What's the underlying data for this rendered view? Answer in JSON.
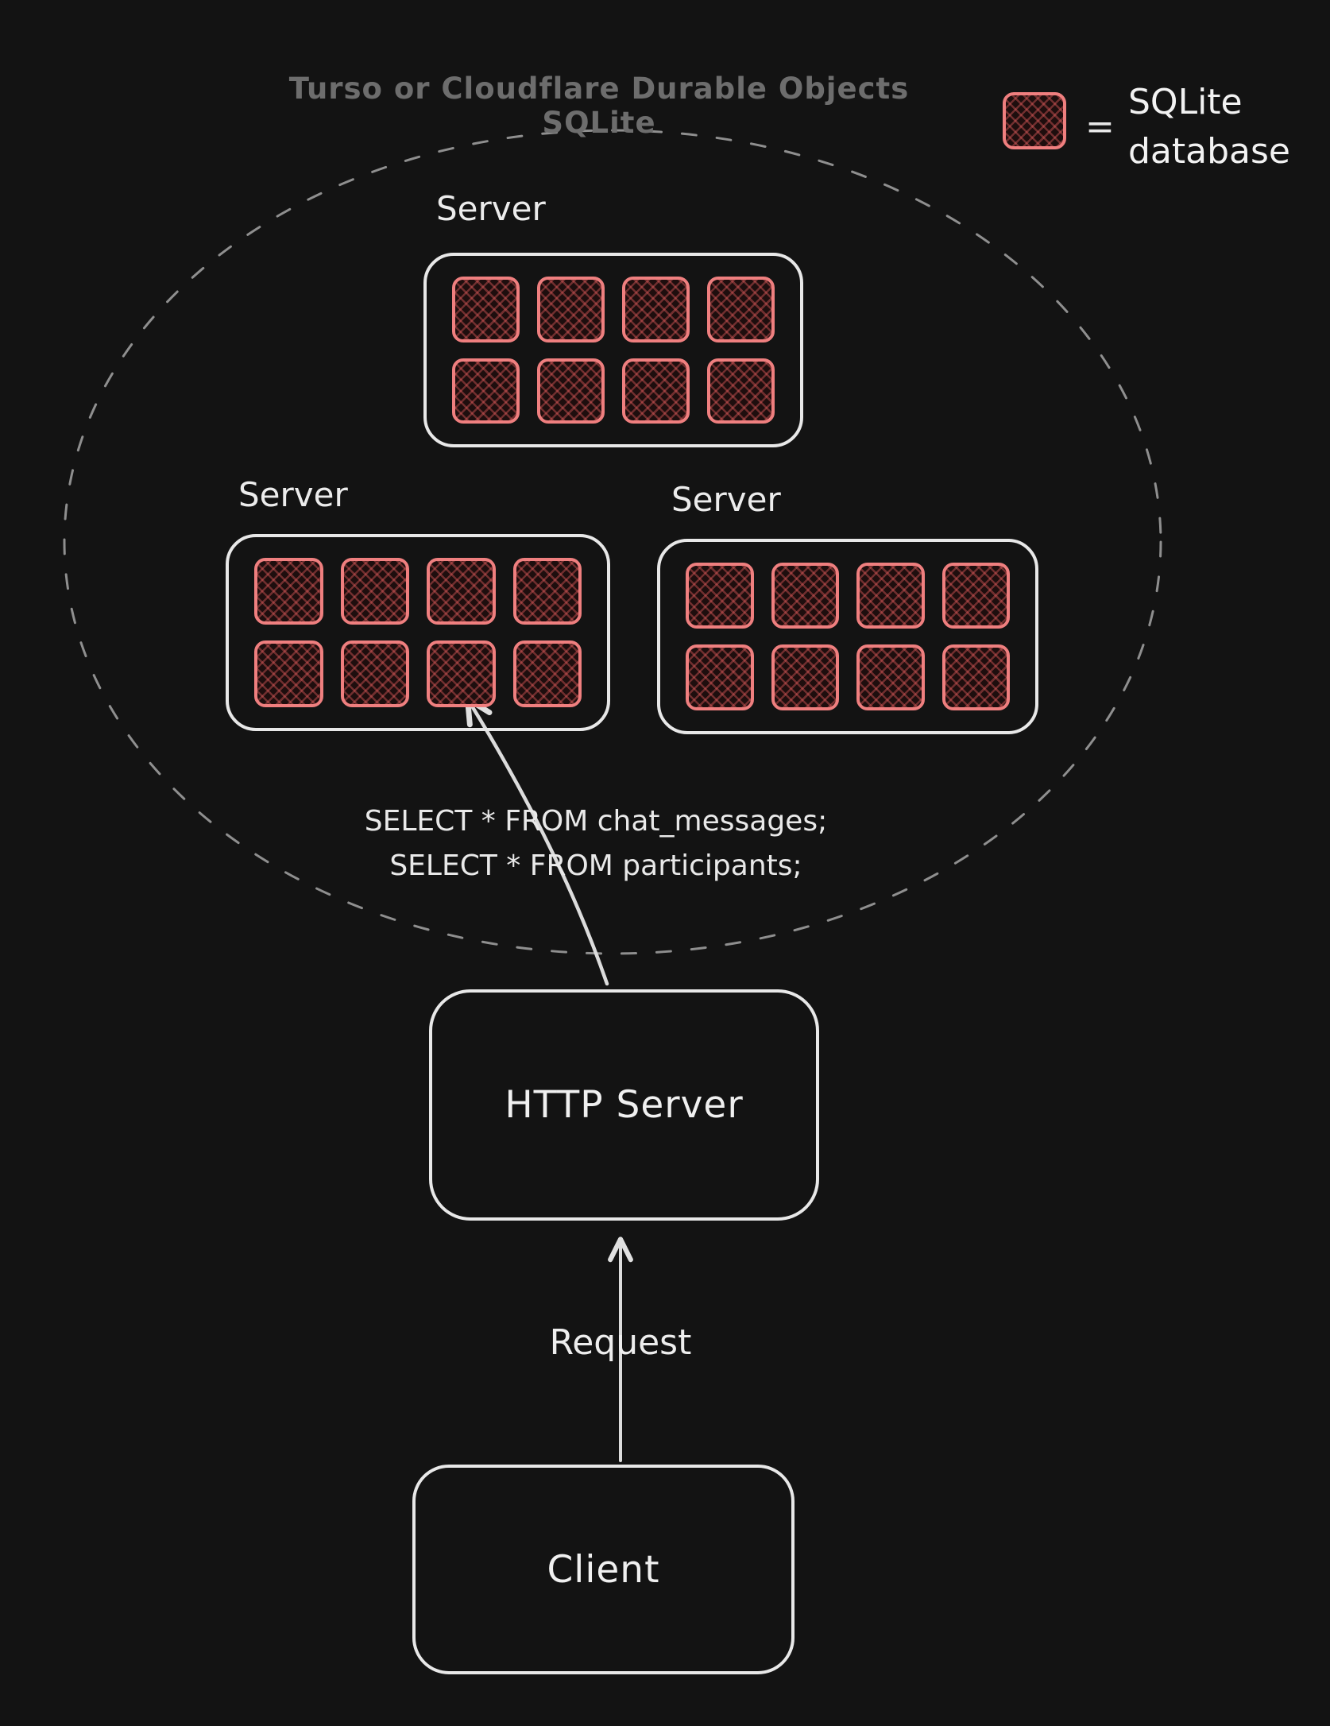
{
  "title": "Turso or Cloudflare Durable Objects SQLite",
  "legend": {
    "equals": "=",
    "label": "SQLite database"
  },
  "servers": [
    {
      "label": "Server",
      "db_count": 8
    },
    {
      "label": "Server",
      "db_count": 8
    },
    {
      "label": "Server",
      "db_count": 8
    }
  ],
  "query": {
    "line1": "SELECT * FROM chat_messages;",
    "line2": "SELECT * FROM participants;"
  },
  "http_server_label": "HTTP Server",
  "request_label": "Request",
  "client_label": "Client",
  "colors": {
    "background": "#131313",
    "node_stroke": "#e8e8e8",
    "database_red": "#ef7f7f",
    "cluster_dash": "#8f8f8f",
    "title_muted": "#6d6d6d"
  }
}
